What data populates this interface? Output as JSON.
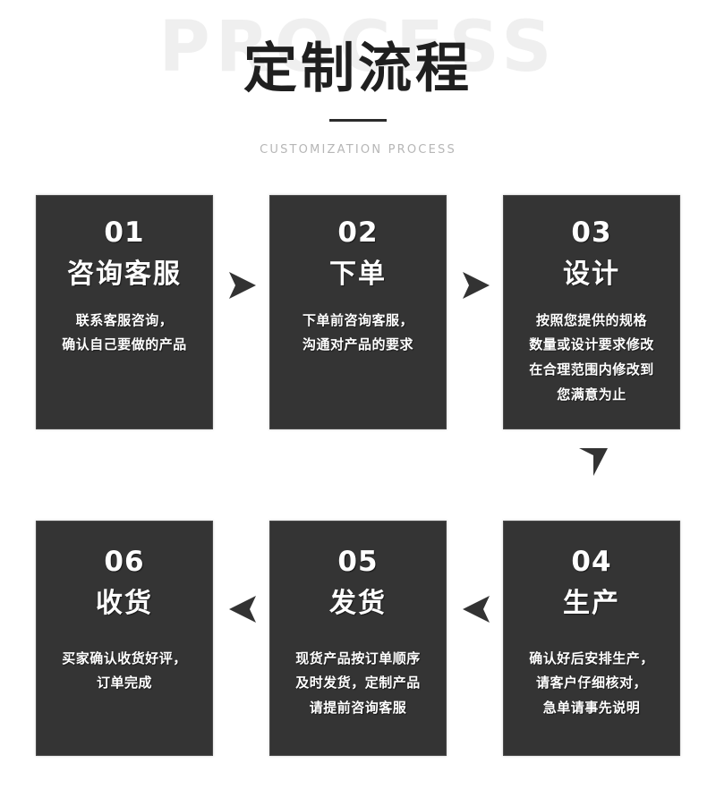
{
  "header": {
    "watermark": "PROCESS",
    "title": "定制流程",
    "subtitle": "CUSTOMIZATION PROCESS",
    "divider": "divider-line"
  },
  "colors": {
    "card_bg": "#343434",
    "card_border": "#4a4a4a",
    "card_text": "#ffffff",
    "page_bg": "#ffffff",
    "watermark": "#efefef",
    "subtitle": "#b6b6b6",
    "title": "#1f1f1f",
    "arrow": "#333333"
  },
  "steps": [
    {
      "number": "01",
      "title": "咨询客服",
      "desc_lines": [
        "联系客服咨询，",
        "确认自己要做的产品"
      ]
    },
    {
      "number": "02",
      "title": "下单",
      "desc_lines": [
        "下单前咨询客服，",
        "沟通对产品的要求"
      ]
    },
    {
      "number": "03",
      "title": "设计",
      "desc_lines": [
        "按照您提供的规格",
        "数量或设计要求修改",
        "在合理范围内修改到",
        "您满意为止"
      ]
    },
    {
      "number": "04",
      "title": "生产",
      "desc_lines": [
        "确认好后安排生产，",
        "请客户仔细核对，",
        "急单请事先说明"
      ]
    },
    {
      "number": "05",
      "title": "发货",
      "desc_lines": [
        "现货产品按订单顺序",
        "及时发货，定制产品",
        "请提前咨询客服"
      ]
    },
    {
      "number": "06",
      "title": "收货",
      "desc_lines": [
        "买家确认收货好评，",
        "订单完成"
      ]
    }
  ],
  "arrows": [
    {
      "id": "arrow-01-to-02",
      "direction": "right"
    },
    {
      "id": "arrow-02-to-03",
      "direction": "right"
    },
    {
      "id": "arrow-03-to-04",
      "direction": "down"
    },
    {
      "id": "arrow-04-to-05",
      "direction": "left"
    },
    {
      "id": "arrow-05-to-06",
      "direction": "left"
    }
  ]
}
